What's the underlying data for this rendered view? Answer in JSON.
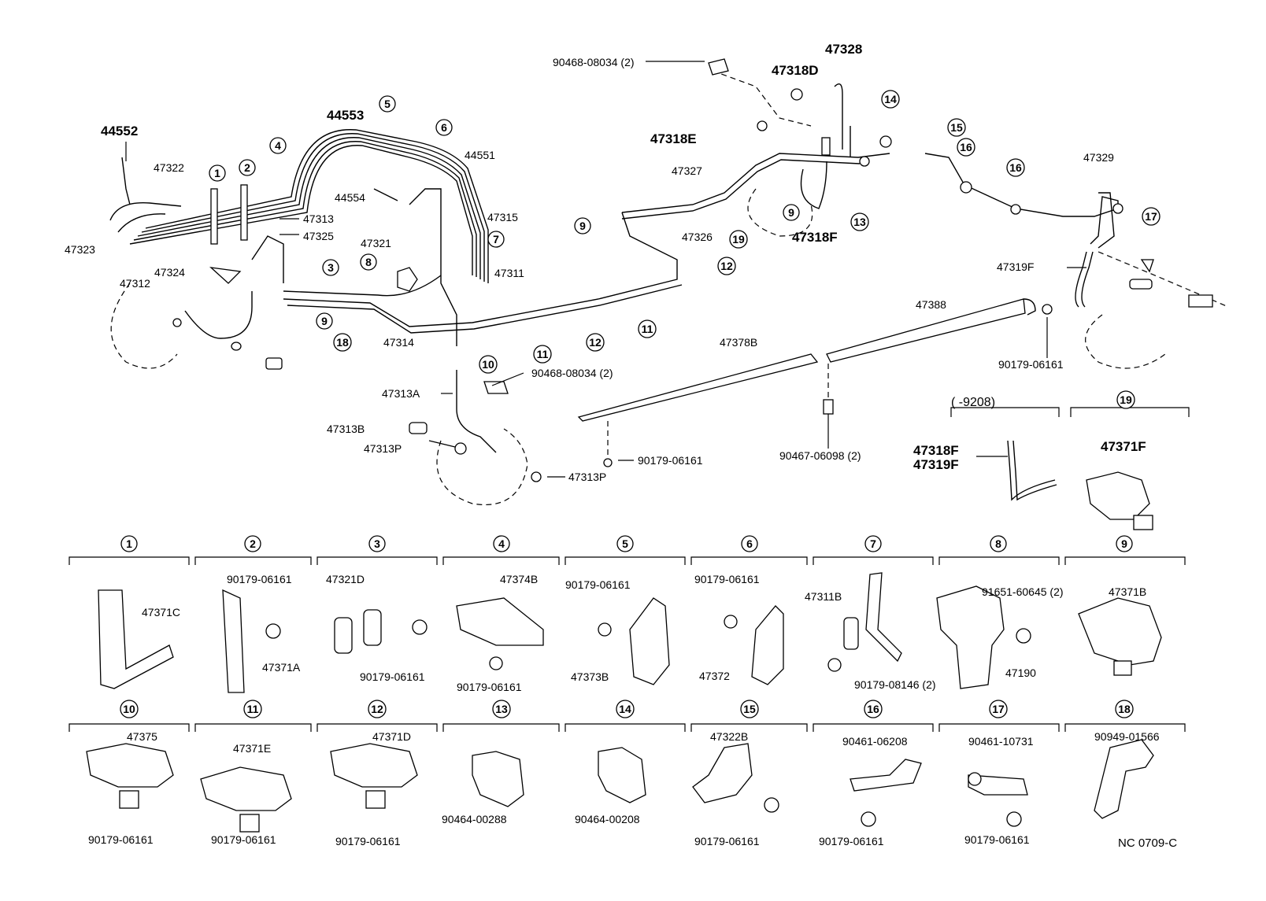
{
  "diagram_code": "NC 0709-C",
  "top_labels": {
    "l44552": "44552",
    "l47322": "47322",
    "l44553": "44553",
    "l44551": "44551",
    "l44554": "44554",
    "l47313": "47313",
    "l47325": "47325",
    "l47315": "47315",
    "l47321": "47321",
    "l47311": "47311",
    "l47323": "47323",
    "l47324": "47324",
    "l47312": "47312",
    "l47314": "47314",
    "l47313A": "47313A",
    "l47313B": "47313B",
    "l47313P_a": "47313P",
    "l47313P_b": "47313P",
    "l90468_a": "90468-08034 (2)",
    "l90468_b": "90468-08034 (2)",
    "l47328": "47328",
    "l47318D": "47318D",
    "l47318E": "47318E",
    "l47327": "47327",
    "l47326": "47326",
    "l47318F": "47318F",
    "l47329": "47329",
    "l47319F": "47319F",
    "l47388": "47388",
    "l47378B": "47378B",
    "l90179_r": "90179-06161",
    "l90179_c": "90179-06161",
    "l90467": "90467-06098 (2)",
    "range_label": "(        -9208)",
    "l47318F_b": "47318F",
    "l47319F_b": "47319F",
    "l47371F": "47371F"
  },
  "callouts": [
    "1",
    "2",
    "3",
    "4",
    "5",
    "6",
    "7",
    "8",
    "9",
    "10",
    "11",
    "12",
    "13",
    "14",
    "15",
    "16",
    "17",
    "18",
    "19"
  ],
  "detail_row1": [
    {
      "num": "1",
      "labels": [
        "47371C"
      ]
    },
    {
      "num": "2",
      "labels": [
        "90179-06161",
        "47371A"
      ]
    },
    {
      "num": "3",
      "labels": [
        "47321D",
        "90179-06161"
      ]
    },
    {
      "num": "4",
      "labels": [
        "47374B",
        "90179-06161"
      ]
    },
    {
      "num": "5",
      "labels": [
        "90179-06161",
        "47373B"
      ]
    },
    {
      "num": "6",
      "labels": [
        "90179-06161",
        "47372"
      ]
    },
    {
      "num": "7",
      "labels": [
        "47311B",
        "90179-08146 (2)"
      ]
    },
    {
      "num": "8",
      "labels": [
        "91651-60645 (2)",
        "47190"
      ]
    },
    {
      "num": "9",
      "labels": [
        "47371B"
      ]
    }
  ],
  "detail_row2": [
    {
      "num": "10",
      "labels": [
        "47375",
        "90179-06161"
      ]
    },
    {
      "num": "11",
      "labels": [
        "47371E",
        "90179-06161"
      ]
    },
    {
      "num": "12",
      "labels": [
        "47371D",
        "90179-06161"
      ]
    },
    {
      "num": "13",
      "labels": [
        "90464-00288"
      ]
    },
    {
      "num": "14",
      "labels": [
        "90464-00208"
      ]
    },
    {
      "num": "15",
      "labels": [
        "47322B",
        "90179-06161"
      ]
    },
    {
      "num": "16",
      "labels": [
        "90461-06208",
        "90179-06161"
      ]
    },
    {
      "num": "17",
      "labels": [
        "90461-10731",
        "90179-06161"
      ]
    },
    {
      "num": "18",
      "labels": [
        "90949-01566"
      ]
    }
  ]
}
